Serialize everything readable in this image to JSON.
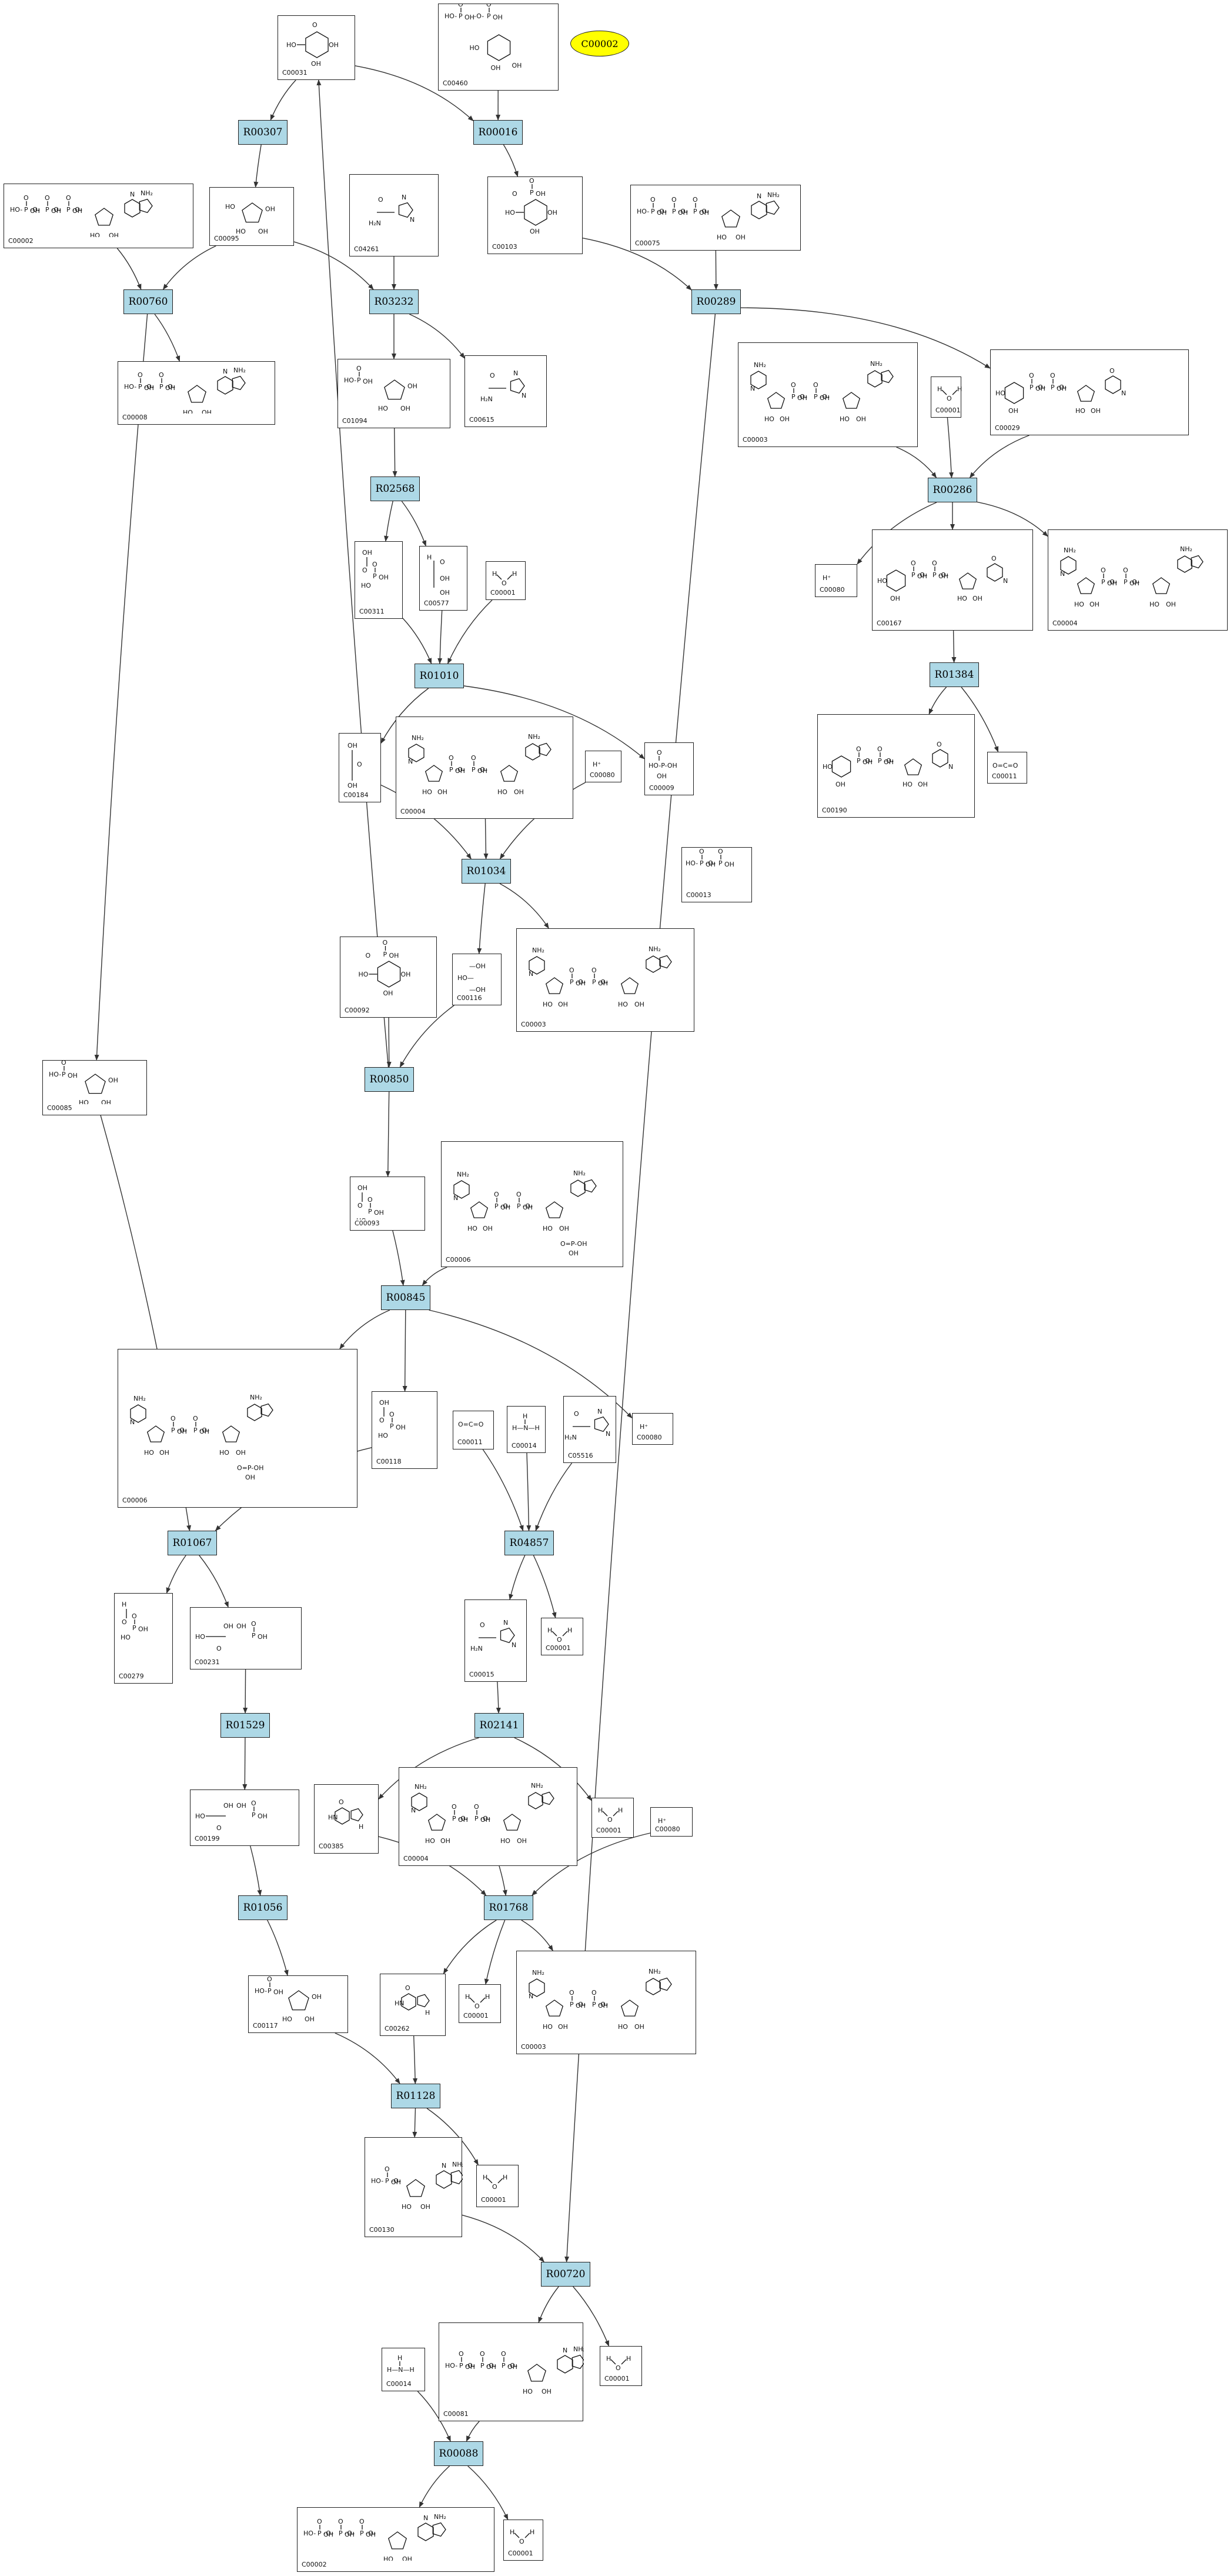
{
  "highlight": {
    "label": "C00002",
    "color": "#ffff00"
  },
  "colors": {
    "reaction_fill": "#add8e6",
    "edge": "#333333"
  },
  "reactions": [
    "R00307",
    "R00016",
    "R00760",
    "R03232",
    "R00289",
    "R00286",
    "R02568",
    "R01010",
    "R01384",
    "R01034",
    "R00850",
    "R00845",
    "R01067",
    "R04857",
    "R01529",
    "R02141",
    "R01056",
    "R01768",
    "R01128",
    "R00720",
    "R00088"
  ],
  "compounds": [
    {
      "label": "C00031",
      "mol": "hexose"
    },
    {
      "label": "C00460",
      "mol": "sugar-pp"
    },
    {
      "label": "C00002",
      "mol": "nucleotide-ppp"
    },
    {
      "label": "C00095",
      "mol": "furanose"
    },
    {
      "label": "C04261",
      "mol": "imidazole-acid"
    },
    {
      "label": "C00103",
      "mol": "hexose-p"
    },
    {
      "label": "C00075",
      "mol": "nucleotide-ppp"
    },
    {
      "label": "C00008",
      "mol": "nucleotide-pp"
    },
    {
      "label": "C01094",
      "mol": "furanose-p"
    },
    {
      "label": "C00615",
      "mol": "imidazole-acid"
    },
    {
      "label": "C00003",
      "mol": "dinucleotide"
    },
    {
      "label": "C00001",
      "mol": "water"
    },
    {
      "label": "C00029",
      "mol": "sugar-nucleotide"
    },
    {
      "label": "C00311",
      "mol": "acid-p"
    },
    {
      "label": "C00577",
      "mol": "aldehyde"
    },
    {
      "label": "C00001",
      "mol": "water"
    },
    {
      "label": "C00080",
      "mol": "proton"
    },
    {
      "label": "C00167",
      "mol": "sugar-nucleotide"
    },
    {
      "label": "C00004",
      "mol": "dinucleotide"
    },
    {
      "label": "C00184",
      "mol": "ketone"
    },
    {
      "label": "C00004",
      "mol": "dinucleotide"
    },
    {
      "label": "C00080",
      "mol": "proton"
    },
    {
      "label": "C00009",
      "mol": "phosphate"
    },
    {
      "label": "C00190",
      "mol": "sugar-nucleotide"
    },
    {
      "label": "C00011",
      "mol": "co2"
    },
    {
      "label": "C00013",
      "mol": "pyrophosphate"
    },
    {
      "label": "C00092",
      "mol": "hexose-p"
    },
    {
      "label": "C00116",
      "mol": "glycerol"
    },
    {
      "label": "C00003",
      "mol": "dinucleotide"
    },
    {
      "label": "C00085",
      "mol": "furanose-p"
    },
    {
      "label": "C00093",
      "mol": "acid-p"
    },
    {
      "label": "C00006",
      "mol": "dinucleotide-p"
    },
    {
      "label": "C00006",
      "mol": "dinucleotide-p"
    },
    {
      "label": "C00118",
      "mol": "acid-p"
    },
    {
      "label": "C00011",
      "mol": "co2"
    },
    {
      "label": "C00014",
      "mol": "ammonia"
    },
    {
      "label": "C05516",
      "mol": "imidazole-acid"
    },
    {
      "label": "C00080",
      "mol": "proton"
    },
    {
      "label": "C00279",
      "mol": "aldehyde-p"
    },
    {
      "label": "C00231",
      "mol": "chain-p"
    },
    {
      "label": "C00015",
      "mol": "imidazole-acid"
    },
    {
      "label": "C00001",
      "mol": "water"
    },
    {
      "label": "C00199",
      "mol": "chain-p"
    },
    {
      "label": "C00385",
      "mol": "purine"
    },
    {
      "label": "C00004",
      "mol": "dinucleotide"
    },
    {
      "label": "C00001",
      "mol": "water"
    },
    {
      "label": "C00080",
      "mol": "proton"
    },
    {
      "label": "C00117",
      "mol": "furanose-p"
    },
    {
      "label": "C00262",
      "mol": "purine"
    },
    {
      "label": "C00001",
      "mol": "water"
    },
    {
      "label": "C00003",
      "mol": "dinucleotide"
    },
    {
      "label": "C00130",
      "mol": "nucleotide-p"
    },
    {
      "label": "C00001",
      "mol": "water"
    },
    {
      "label": "C00001",
      "mol": "water"
    },
    {
      "label": "C00081",
      "mol": "nucleotide-ppp"
    },
    {
      "label": "C00014",
      "mol": "ammonia"
    },
    {
      "label": "C00002",
      "mol": "nucleotide-ppp"
    },
    {
      "label": "C00001",
      "mol": "water"
    }
  ]
}
